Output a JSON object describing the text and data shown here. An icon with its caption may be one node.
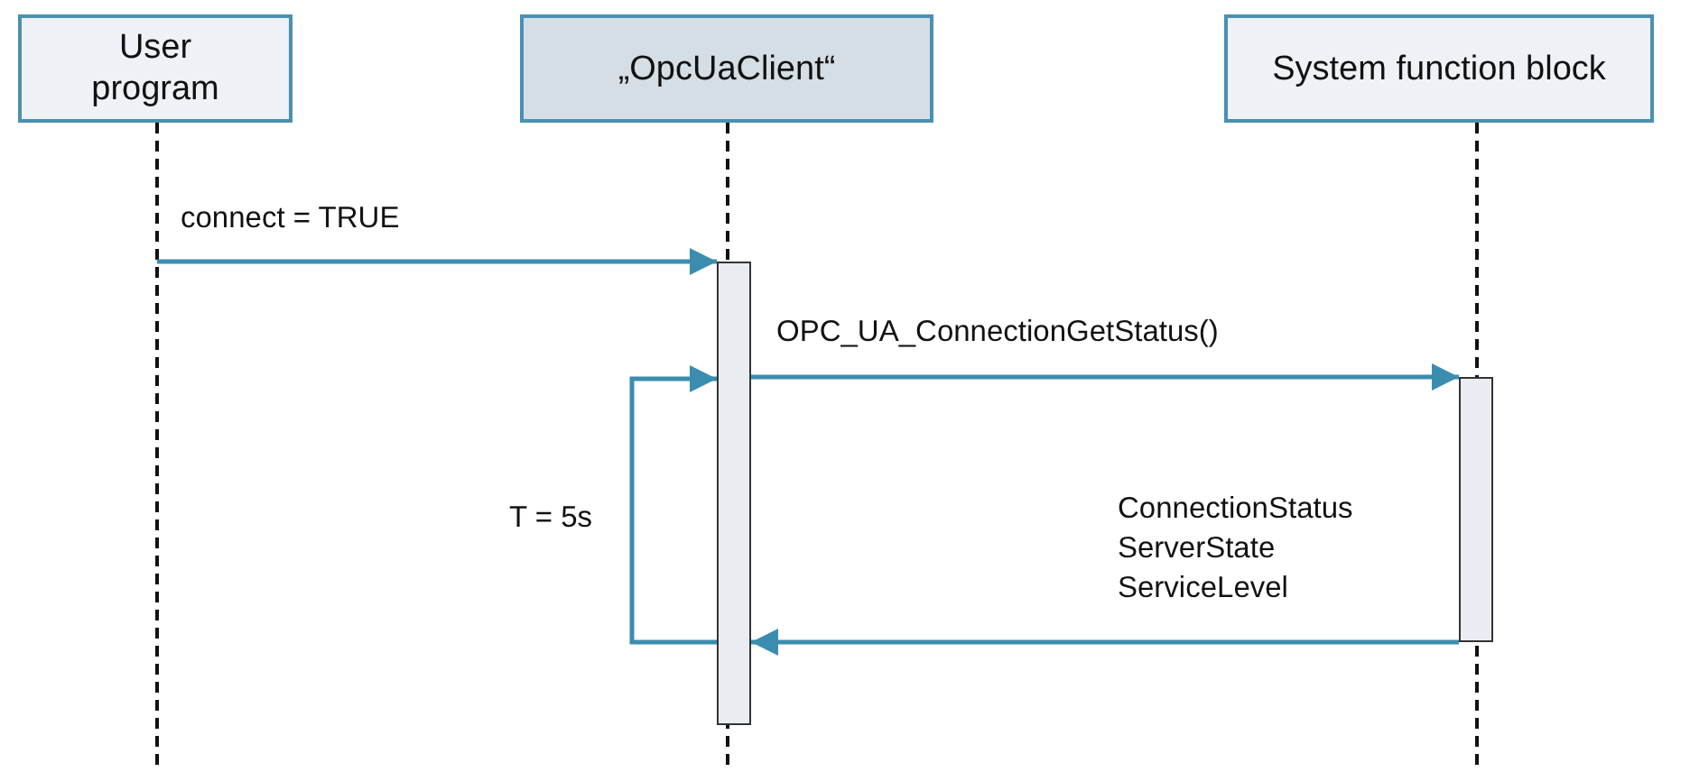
{
  "diagram": {
    "nodes": [
      {
        "text": [
          "User program"
        ]
      },
      {
        "text": [
          "„OpcUaClient“"
        ]
      },
      {
        "text": [
          "System function block"
        ]
      },
      {
        "text": [],
        "shape": "bar"
      },
      {
        "text": [],
        "shape": "bar"
      }
    ],
    "edges": [
      {
        "from": null,
        "to": 3,
        "arrow": "to",
        "label": "connect = TRUE"
      },
      {
        "from": 3,
        "to": 4,
        "arrow": "to",
        "label": "OPC_UA_ConnectionGetStatus()"
      },
      {
        "from": 4,
        "to": 3,
        "arrow": "to",
        "label": "ConnectionStatus ServerState ServiceLevel"
      },
      {
        "from": 3,
        "to": 3,
        "arrow": "to",
        "label": "T = 5s"
      }
    ]
  }
}
